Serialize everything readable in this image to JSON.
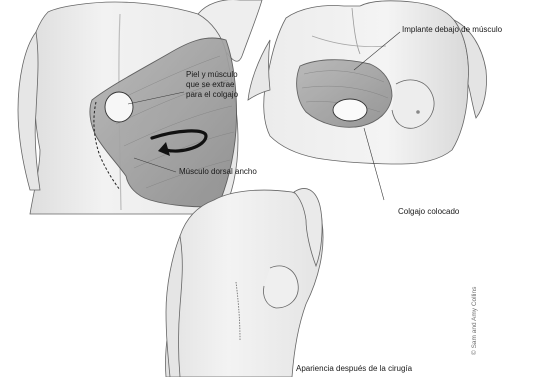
{
  "labels": {
    "implant_under_muscle": "Implante debajo de músculo",
    "skin_muscle_line1": "Piel y músculo",
    "skin_muscle_line2": "que se extrae",
    "skin_muscle_line3": "para el colgajo",
    "latissimus_dorsi": "Músculo dorsal ancho",
    "flap_placed": "Colgajo colocado",
    "after_surgery": "Apariencia después de la cirugía"
  },
  "credit": "© Sam and Amy Collins",
  "colors": {
    "skin": "#f3f3f3",
    "skin_shadow": "#d6d6d6",
    "muscle": "#a9a9a9",
    "muscle_dark": "#8a8a8a",
    "outline": "#555555",
    "leader": "#3a3a3a"
  }
}
